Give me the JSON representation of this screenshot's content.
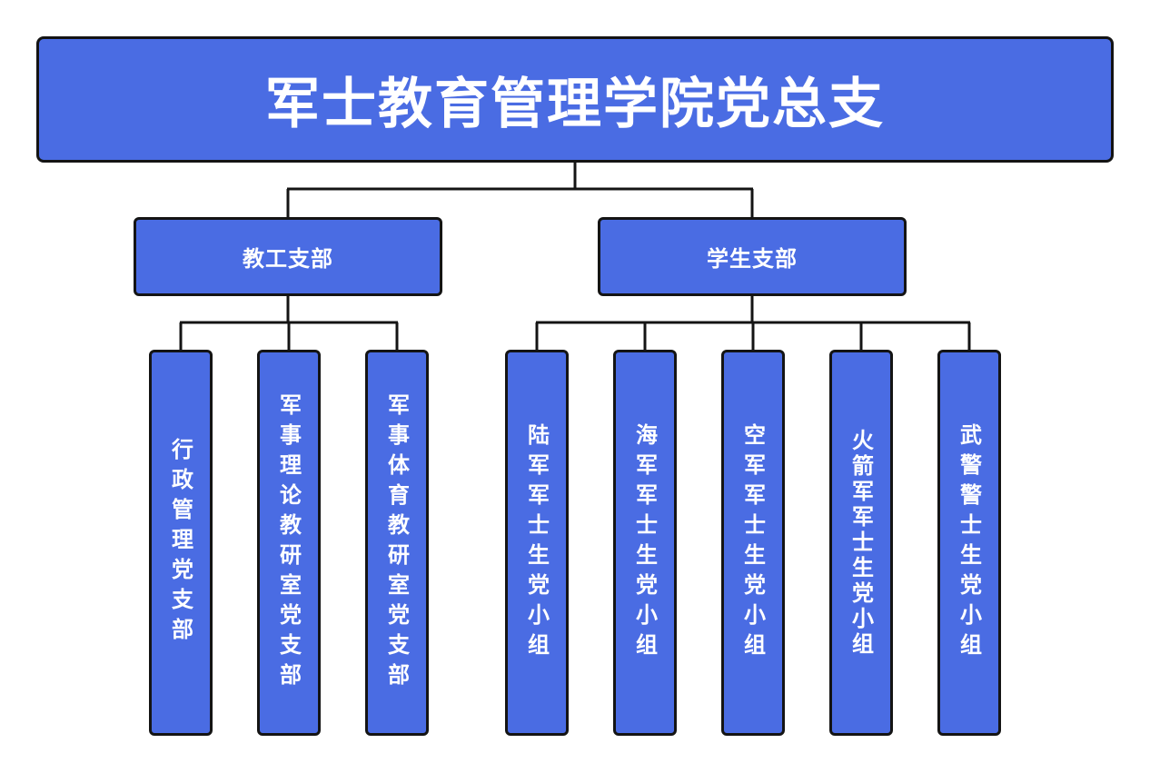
{
  "colors": {
    "box_fill": "#4a6ce3",
    "box_border": "#141414",
    "text": "#ffffff",
    "connector": "#141414"
  },
  "root": {
    "label": "军士教育管理学院党总支"
  },
  "branches": [
    {
      "label": "教工支部",
      "children": [
        {
          "label": "行政管理党支部"
        },
        {
          "label": "军事理论教研室党支部"
        },
        {
          "label": "军事体育教研室党支部"
        }
      ]
    },
    {
      "label": "学生支部",
      "children": [
        {
          "label": "陆军军士生党小组"
        },
        {
          "label": "海军军士生党小组"
        },
        {
          "label": "空军军士生党小组"
        },
        {
          "label": "火箭军军士生党小组"
        },
        {
          "label": "武警警士生党小组"
        }
      ]
    }
  ]
}
